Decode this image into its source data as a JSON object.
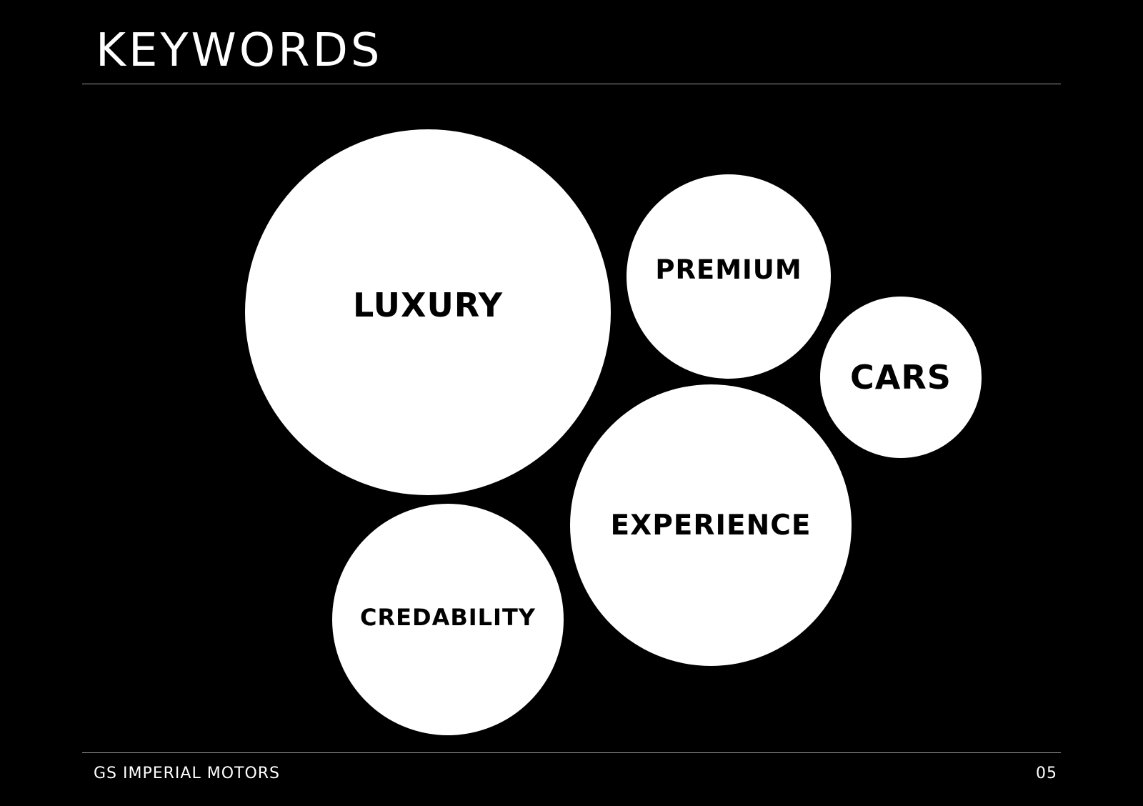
{
  "header": {
    "title": "KEYWORDS"
  },
  "keywords": [
    {
      "label": "LUXURY"
    },
    {
      "label": "PREMIUM"
    },
    {
      "label": "CARS"
    },
    {
      "label": "EXPERIENCE"
    },
    {
      "label": "CREDABILITY"
    }
  ],
  "footer": {
    "brand": "GS IMPERIAL MOTORS",
    "page_number": "05"
  }
}
